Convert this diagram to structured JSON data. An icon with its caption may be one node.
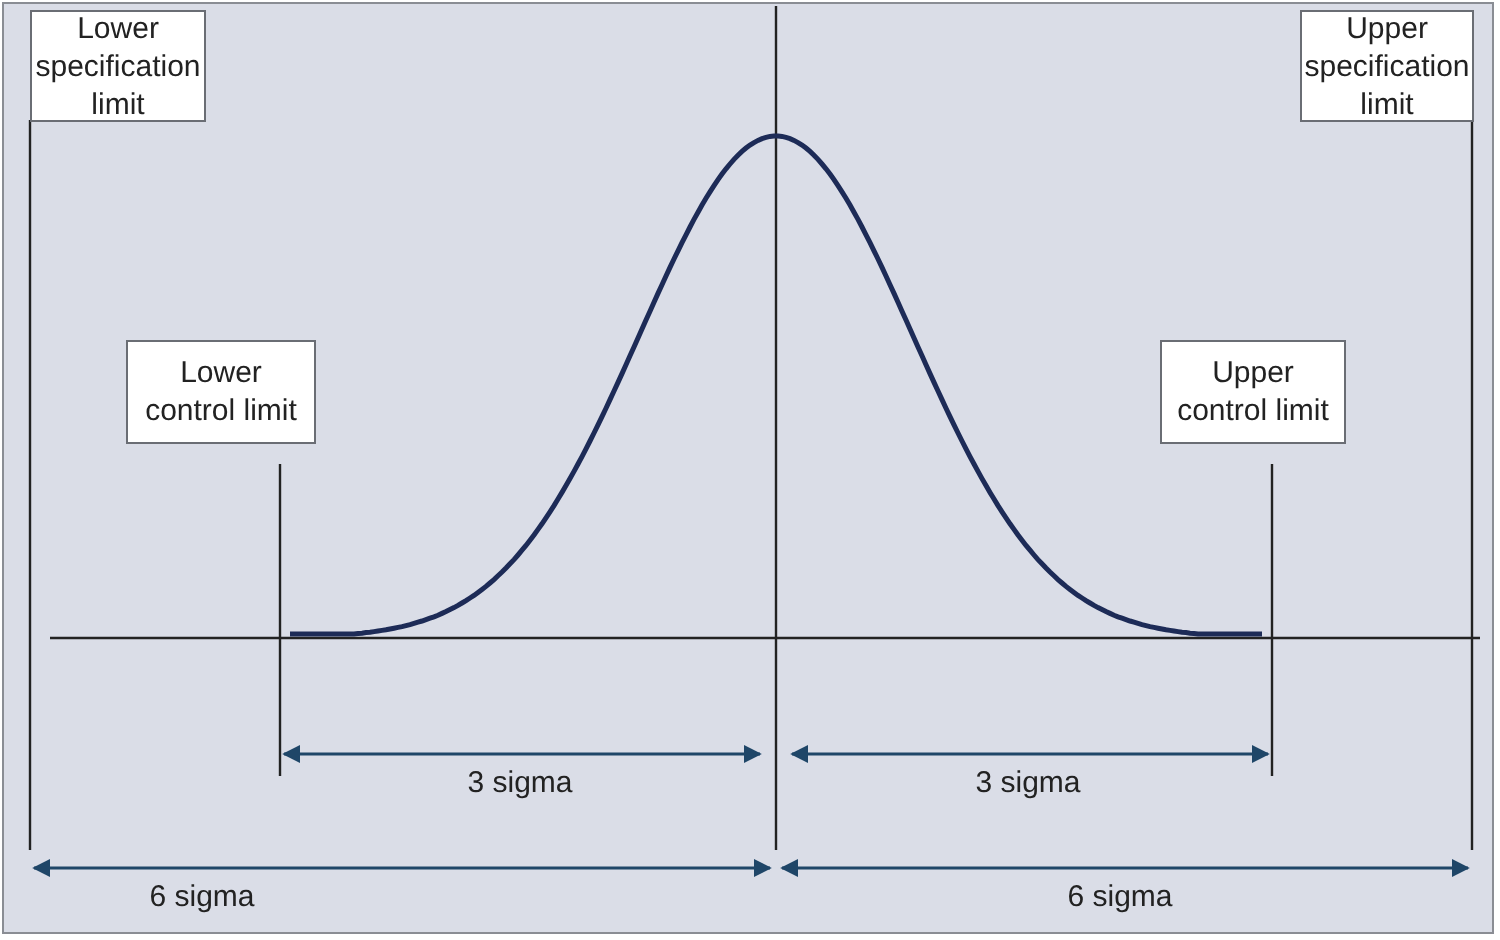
{
  "diagram": {
    "nodes": [
      {
        "text": [
          "Lower specification limit"
        ]
      },
      {
        "text": [
          "Upper specification limit"
        ]
      },
      {
        "text": [
          "Lower control limit"
        ]
      },
      {
        "text": [
          "Upper control limit"
        ]
      }
    ],
    "labels": [
      "3 sigma",
      "3 sigma",
      "6 sigma",
      "6 sigma"
    ]
  }
}
